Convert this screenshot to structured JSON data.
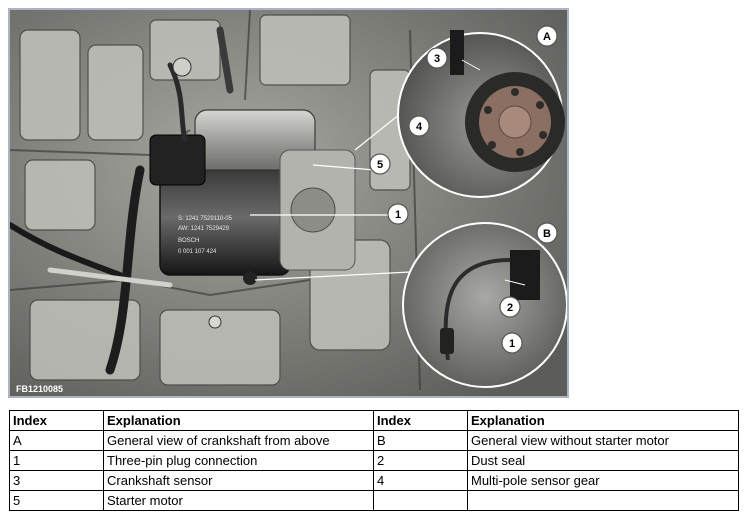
{
  "figure": {
    "photo_id": "FB1210085",
    "callouts": {
      "A": "A",
      "B": "B",
      "n1_main": "1",
      "n1_detail": "1",
      "n2": "2",
      "n3": "3",
      "n4": "4",
      "n5": "5"
    },
    "starter_label": {
      "line1": "S: 1241 7529110-05",
      "line2": "AW: 1241 7529429",
      "line3": "BOSCH",
      "line4": "0 001 107 424"
    }
  },
  "legend": {
    "headers": [
      "Index",
      "Explanation",
      "Index",
      "Explanation"
    ],
    "rows": [
      [
        "A",
        "General view of crankshaft from above",
        "B",
        "General view without starter motor"
      ],
      [
        "1",
        "Three-pin plug connection",
        "2",
        "Dust seal"
      ],
      [
        "3",
        "Crankshaft sensor",
        "4",
        "Multi-pole sensor gear"
      ],
      [
        "5",
        "Starter motor",
        "",
        ""
      ]
    ]
  }
}
